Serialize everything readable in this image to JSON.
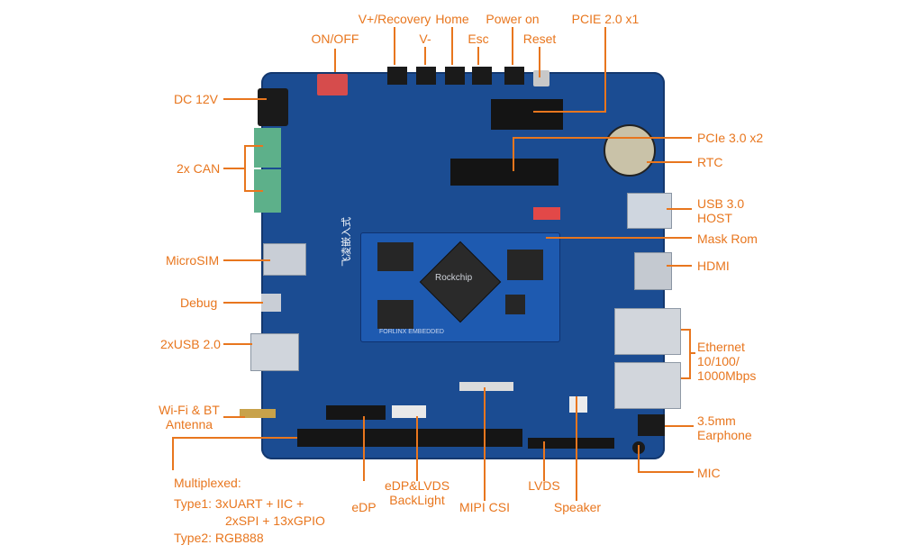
{
  "colors": {
    "accent": "#e8761e",
    "board": "#1b4c92",
    "chip": "#222222"
  },
  "labels": {
    "on_off": "ON/OFF",
    "v_plus_recovery": "V+/Recovery",
    "v_minus": "V-",
    "home": "Home",
    "esc": "Esc",
    "power_on": "Power on",
    "reset": "Reset",
    "pcie20": "PCIE 2.0 x1",
    "dc12v": "DC 12V",
    "can": "2x CAN",
    "microsim": "MicroSIM",
    "debug": "Debug",
    "usb20": "2xUSB 2.0",
    "wifi_line1": "Wi-Fi & BT",
    "wifi_line2": "Antenna",
    "pcie30": "PCIe 3.0 x2",
    "rtc": "RTC",
    "usb30_line1": "USB 3.0",
    "usb30_line2": "HOST",
    "maskrom": "Mask Rom",
    "hdmi": "HDMI",
    "eth_line1": "Ethernet",
    "eth_line2": "10/100/",
    "eth_line3": "1000Mbps",
    "earphone_line1": "3.5mm",
    "earphone_line2": "Earphone",
    "mic": "MIC",
    "edp": "eDP",
    "edp_lvds_line1": "eDP&LVDS",
    "edp_lvds_line2": "BackLight",
    "mipi": "MIPI CSI",
    "lvds": "LVDS",
    "speaker": "Speaker",
    "mux_title": "Multiplexed:",
    "mux_type1_a": "Type1:  3xUART + IIC +",
    "mux_type1_b": "2xSPI + 13xGPIO",
    "mux_type2": "Type2:  RGB888"
  },
  "board": {
    "soc_brand": "Rockchip",
    "som_brand": "飞凌嵌入式",
    "module_text": "FORLINX EMBEDDED"
  }
}
